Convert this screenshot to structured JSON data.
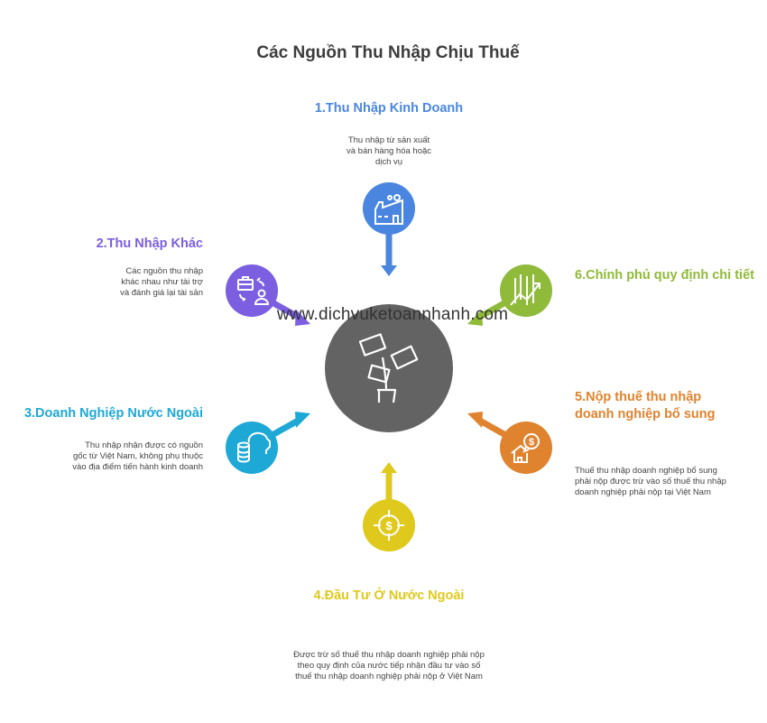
{
  "title": "Các Nguồn Thu Nhập Chịu Thuế",
  "watermark": "www.dichvuketoannhanh.com",
  "colors": {
    "center": "#636363",
    "blue": "#4a86e0",
    "purple": "#7b5fe0",
    "green": "#8fba3a",
    "cyan": "#1ea8d6",
    "orange": "#e0832e",
    "yellow": "#dfc91c"
  },
  "items": [
    {
      "heading": "1.Thu Nhập Kinh Doanh",
      "lines": [
        "Thu nhập từ sản xuất",
        "và bán hàng hóa hoặc",
        "dịch vụ"
      ],
      "icon": "factory-icon"
    },
    {
      "heading": "2.Thu Nhập Khác",
      "lines": [
        "Các nguồn thu nhập",
        "khác nhau như tài trợ",
        "và đánh giá lại tài sản"
      ],
      "icon": "briefcase-exchange-icon"
    },
    {
      "heading": "3.Doanh Nghiệp Nước Ngoài",
      "lines": [
        "Thu nhập nhận được có nguồn",
        "gốc từ Việt Nam, không phụ thuộc",
        "vào địa điểm tiến hành kinh doanh"
      ],
      "icon": "piggy-bank-icon"
    },
    {
      "heading": "4.Đầu Tư Ở Nước Ngoài",
      "lines": [
        "Được trừ số thuế thu nhập doanh nghiệp phải nộp",
        "theo quy định của nước tiếp nhận đầu tư vào số",
        "thuế thu nhập doanh nghiệp phải nộp ở Việt Nam"
      ],
      "icon": "dollar-target-icon"
    },
    {
      "heading_lines": [
        "5.Nộp thuế thu nhập",
        "doanh nghiệp bổ sung"
      ],
      "lines": [
        "Thuế thu nhập doanh nghiệp bổ sung",
        "phải nộp được trừ vào số thuế thu nhập",
        "doanh nghiệp phải nộp tại Việt Nam"
      ],
      "icon": "house-dollar-icon"
    },
    {
      "heading": "6.Chính phủ quy định chi tiết",
      "icon": "growth-chart-icon"
    }
  ],
  "center_icon": "money-plant-icon"
}
